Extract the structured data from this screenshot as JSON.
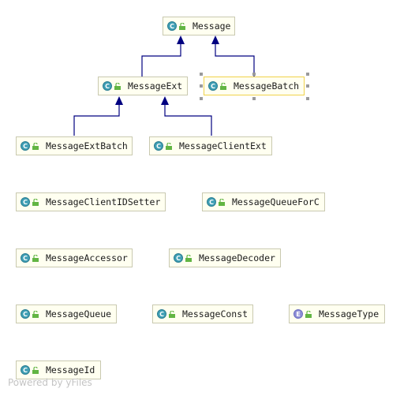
{
  "diagram": {
    "classes": [
      {
        "id": "Message",
        "name": "Message",
        "kind": "C"
      },
      {
        "id": "MessageExt",
        "name": "MessageExt",
        "kind": "C"
      },
      {
        "id": "MessageBatch",
        "name": "MessageBatch",
        "kind": "C",
        "selected": true
      },
      {
        "id": "MessageExtBatch",
        "name": "MessageExtBatch",
        "kind": "C"
      },
      {
        "id": "MessageClientExt",
        "name": "MessageClientExt",
        "kind": "C"
      },
      {
        "id": "MessageClientIDSetter",
        "name": "MessageClientIDSetter",
        "kind": "C"
      },
      {
        "id": "MessageQueueForC",
        "name": "MessageQueueForC",
        "kind": "C"
      },
      {
        "id": "MessageAccessor",
        "name": "MessageAccessor",
        "kind": "C"
      },
      {
        "id": "MessageDecoder",
        "name": "MessageDecoder",
        "kind": "C"
      },
      {
        "id": "MessageQueue",
        "name": "MessageQueue",
        "kind": "C"
      },
      {
        "id": "MessageConst",
        "name": "MessageConst",
        "kind": "C"
      },
      {
        "id": "MessageType",
        "name": "MessageType",
        "kind": "E"
      },
      {
        "id": "MessageId",
        "name": "MessageId",
        "kind": "C"
      }
    ],
    "inheritance": [
      {
        "from": "MessageExt",
        "to": "Message"
      },
      {
        "from": "MessageBatch",
        "to": "Message"
      },
      {
        "from": "MessageExtBatch",
        "to": "MessageExt"
      },
      {
        "from": "MessageClientExt",
        "to": "MessageExt"
      }
    ],
    "colors": {
      "node_fill": "#fffff0",
      "node_border": "#c9c9b0",
      "selected_border": "#f0d24a",
      "class_icon": "#3f9fb5",
      "enum_icon": "#8e8fd6",
      "edge": "#000080"
    }
  },
  "watermark": "Powered by yFiles"
}
